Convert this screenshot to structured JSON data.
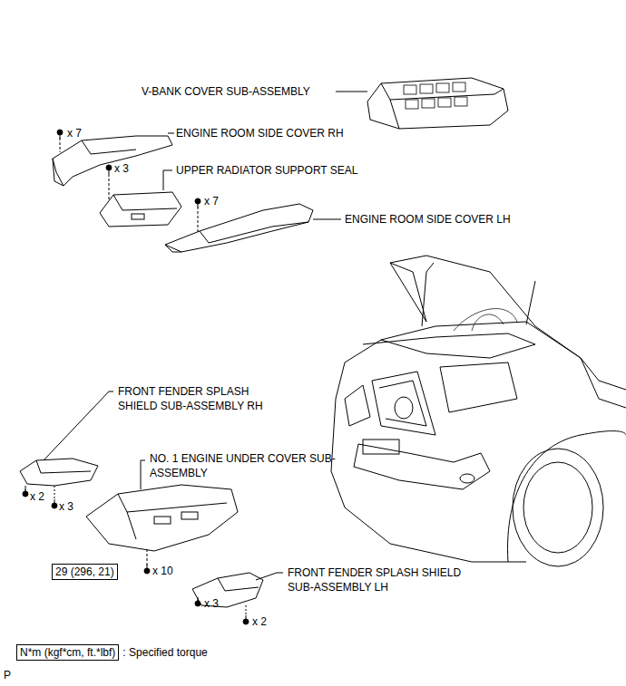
{
  "diagram": {
    "nodes": [
      {
        "text": [
          "29 (296, 21)"
        ]
      },
      {
        "text": [
          "N*m (kgf*cm, ft.*lbf)",
          ": Specified torque"
        ]
      }
    ],
    "labels": [
      "V-BANK COVER SUB-ASSEMBLY",
      "x 7",
      "ENGINE ROOM SIDE COVER RH",
      "x 3",
      "UPPER RADIATOR SUPPORT SEAL",
      "x 7",
      "ENGINE ROOM SIDE COVER LH",
      "FRONT FENDER SPLASH SHIELD SUB-ASSEMBLY RH",
      "NO. 1 ENGINE UNDER COVER SUB-ASSEMBLY",
      "x 2",
      "x 3",
      "x 10",
      "FRONT FENDER SPLASH SHIELD SUB-ASSEMBLY LH",
      "x 3",
      "x 2",
      "P"
    ]
  }
}
